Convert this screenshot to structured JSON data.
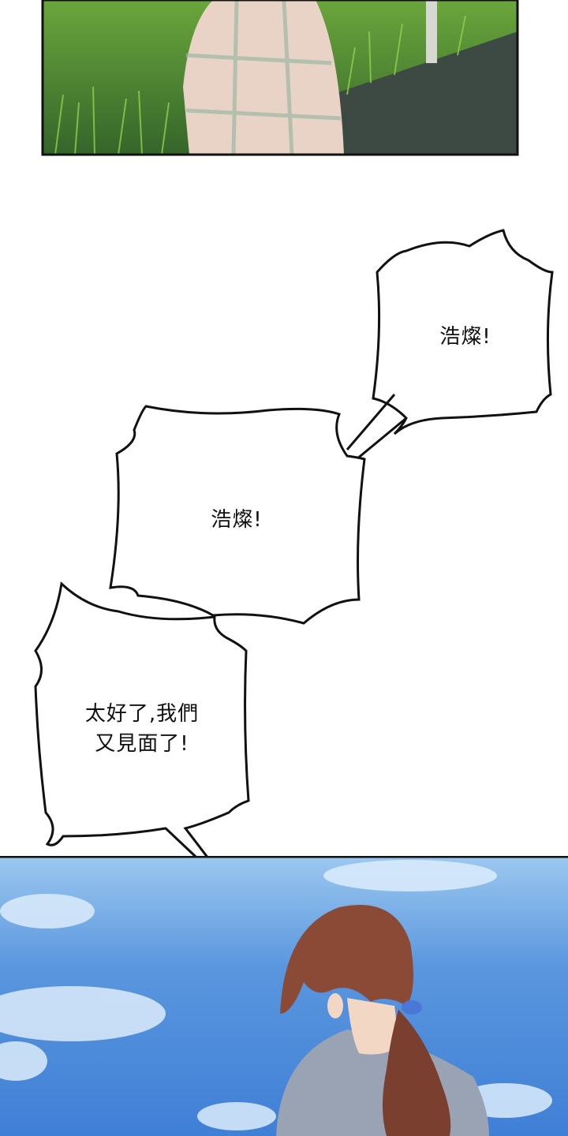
{
  "bubbles": [
    {
      "text": "浩燦!"
    },
    {
      "text": "浩燦!"
    },
    {
      "text": "太好了,我們\n又見面了!"
    }
  ],
  "colors": {
    "field_green": "#4f8a2e",
    "field_dark": "#2f5a1e",
    "road": "#3d4a44",
    "shirt": "#e9d3c6",
    "sky": "#3f7fd6",
    "sky_light": "#9cc8f0",
    "hair": "#8a4a36",
    "sweater": "#9aa3b3",
    "skin": "#f2d7c4",
    "hair_tie": "#4a78d8"
  }
}
